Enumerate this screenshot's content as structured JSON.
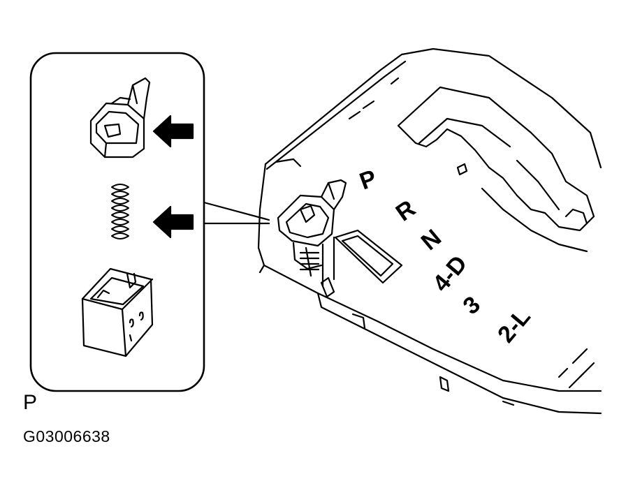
{
  "shift_positions": [
    "P",
    "R",
    "N",
    "4-D",
    "3",
    "2-L"
  ],
  "figure_label": "P",
  "figure_code": "G03006638",
  "parts": {
    "top": "shift-lock-button-icon",
    "middle": "compression-spring-icon",
    "bottom": "button-housing-icon"
  },
  "colors": {
    "line": "#000000",
    "background": "#ffffff"
  }
}
